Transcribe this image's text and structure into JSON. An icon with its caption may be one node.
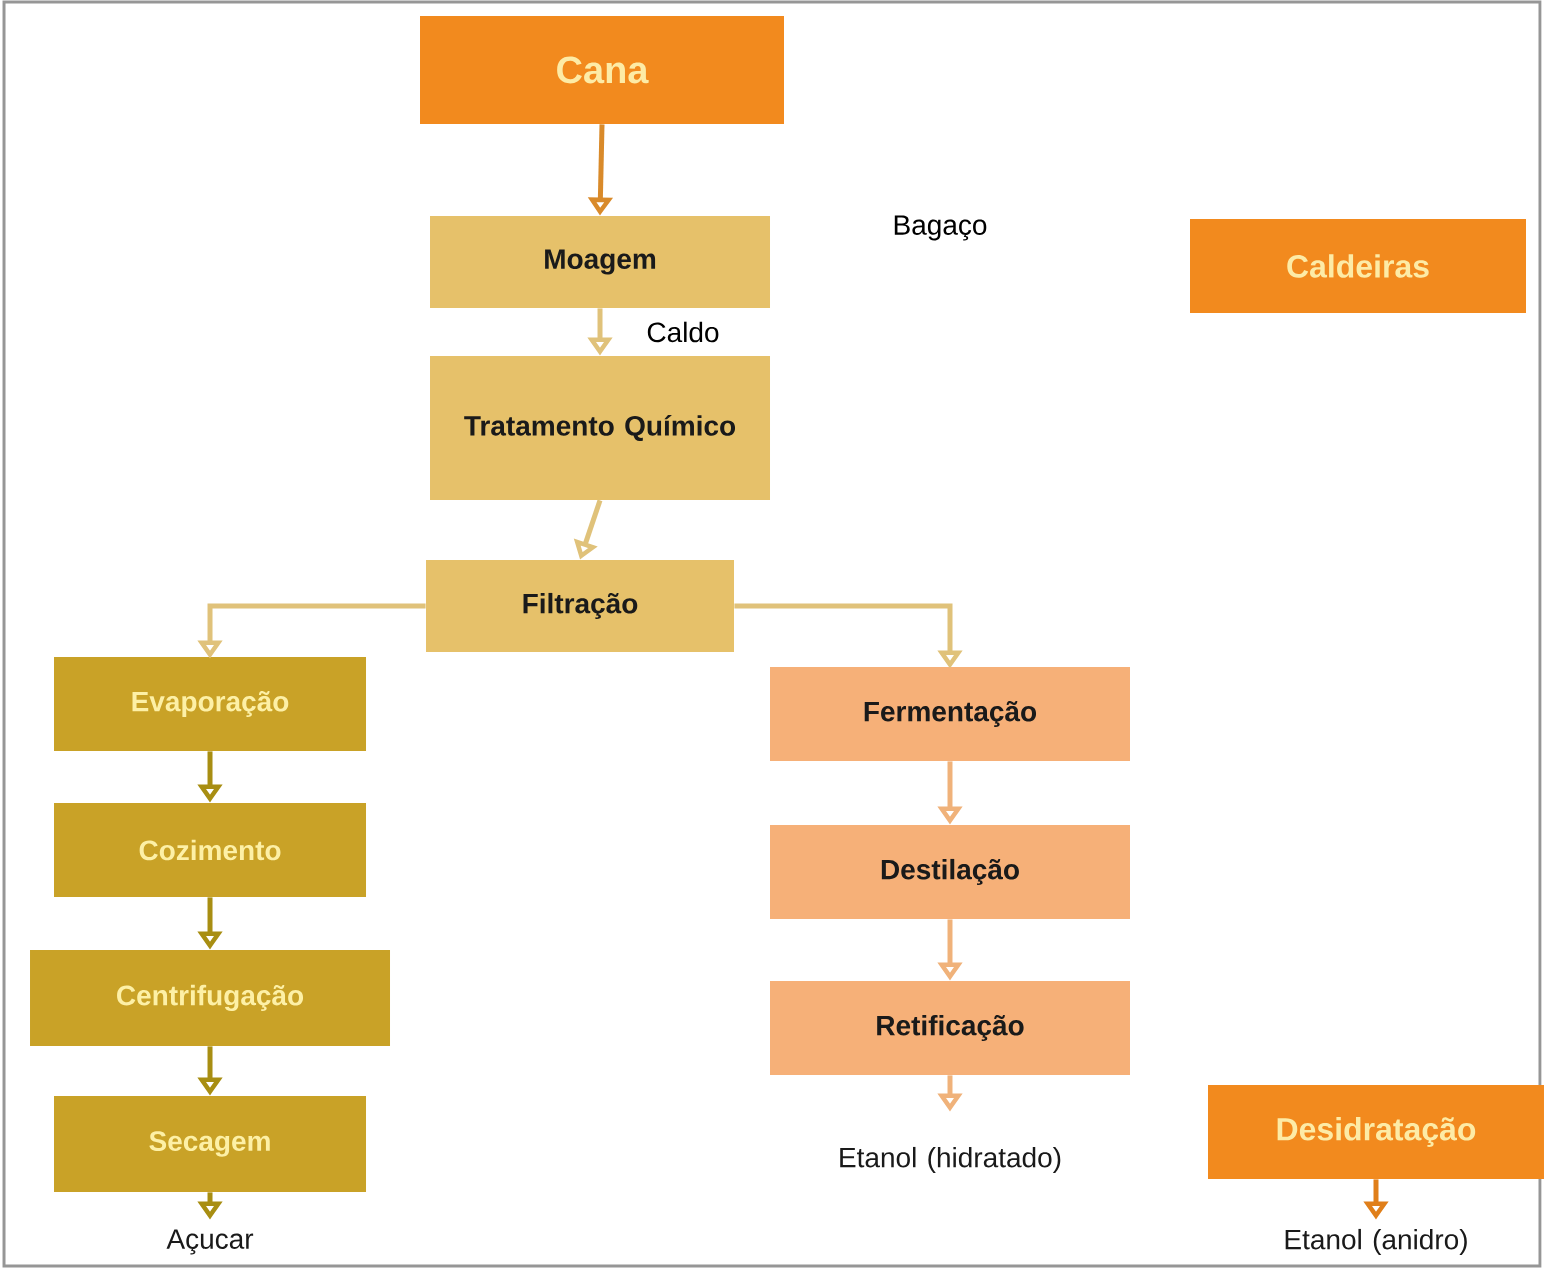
{
  "diagram": {
    "nodes": [
      {
        "text": [
          "Cana"
        ]
      },
      {
        "text": [
          "Moagem"
        ]
      },
      {
        "text": [
          "Tratamento Químico"
        ]
      },
      {
        "text": [
          "Filtração"
        ]
      },
      {
        "text": [
          "Evaporação"
        ]
      },
      {
        "text": [
          "Cozimento"
        ]
      },
      {
        "text": [
          "Centrifugação"
        ]
      },
      {
        "text": [
          "Secagem"
        ]
      },
      {
        "text": [
          "Açucar"
        ]
      },
      {
        "text": [
          "Fermentação"
        ]
      },
      {
        "text": [
          "Destilação"
        ]
      },
      {
        "text": [
          "Retificação"
        ]
      },
      {
        "text": [
          "Etanol (hidratado)"
        ]
      },
      {
        "text": [
          "Caldeiras"
        ]
      },
      {
        "text": [
          "Desidratação"
        ]
      },
      {
        "text": [
          "Etanol (anidro)"
        ]
      }
    ],
    "edges": [
      {
        "from": 0,
        "to": 1,
        "arrow": "to",
        "color": "#d98a2a"
      },
      {
        "from": 1,
        "to": 2,
        "arrow": "to",
        "label": "Caldo"
      },
      {
        "from": 2,
        "to": 3,
        "arrow": "to"
      },
      {
        "from": 3,
        "to": 4,
        "arrow": "to"
      },
      {
        "from": 3,
        "to": 9,
        "arrow": "to"
      },
      {
        "from": 4,
        "to": 5,
        "arrow": "to",
        "color": "#a88e12"
      },
      {
        "from": 5,
        "to": 6,
        "arrow": "to",
        "color": "#a88e12"
      },
      {
        "from": 6,
        "to": 7,
        "arrow": "to",
        "color": "#a88e12"
      },
      {
        "from": 7,
        "to": 8,
        "arrow": "to",
        "color": "#a88e12"
      },
      {
        "from": 9,
        "to": 10,
        "arrow": "to",
        "color": "#f0b27a"
      },
      {
        "from": 10,
        "to": 11,
        "arrow": "to",
        "color": "#f0b27a"
      },
      {
        "from": 11,
        "to": 12,
        "arrow": "to",
        "color": "#f0b27a"
      },
      {
        "from": 14,
        "to": 15,
        "arrow": "to",
        "color": "#e07f1a"
      }
    ],
    "labels": [
      "Bagaço"
    ]
  }
}
